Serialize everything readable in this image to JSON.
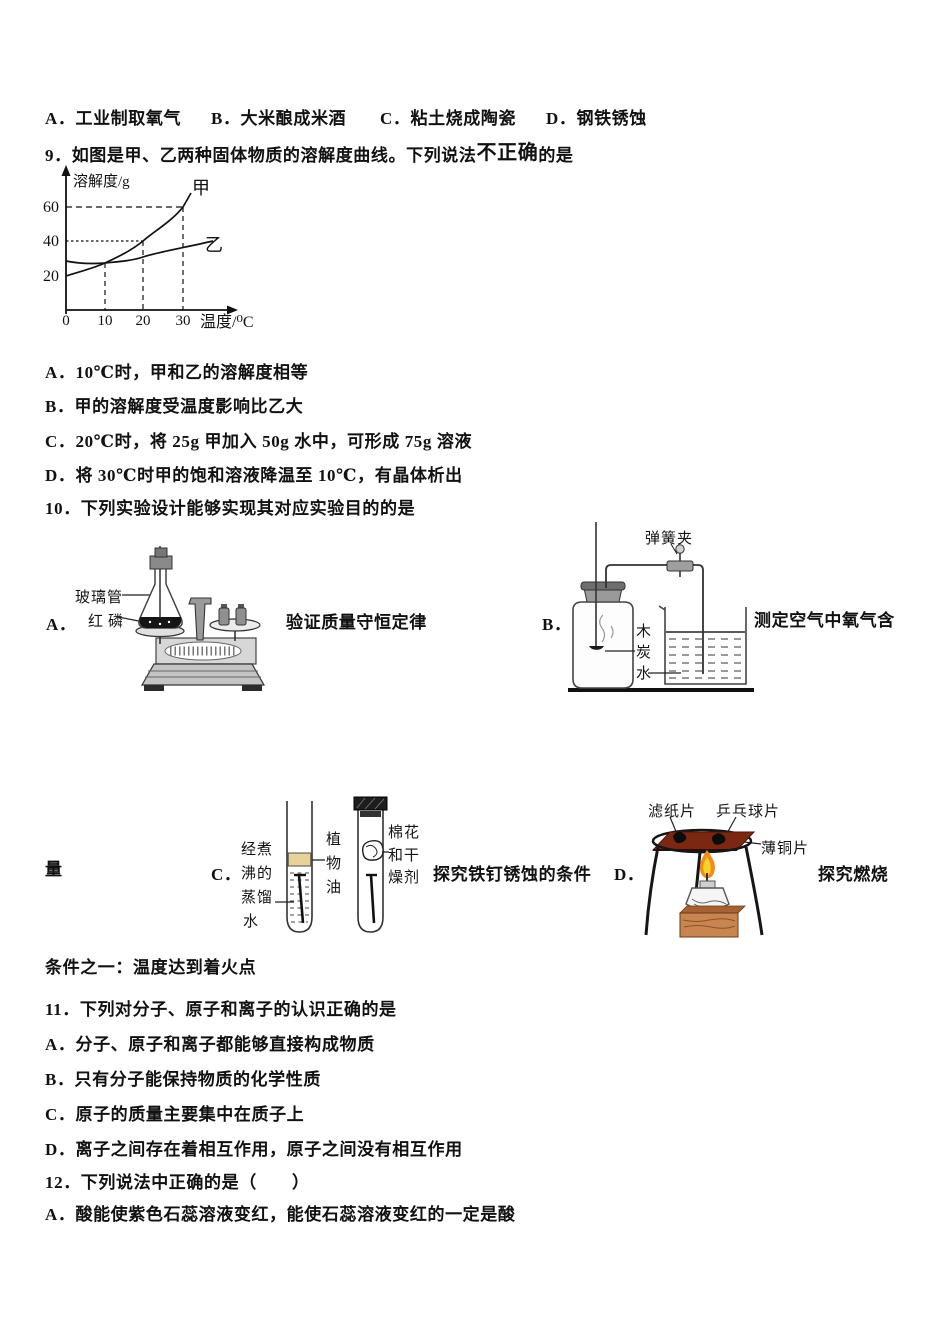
{
  "colors": {
    "ink": "#111111",
    "paper": "#ffffff",
    "oil_layer": "#e5d39a",
    "copper_sheet": "#7c2712",
    "flame_outer": "#ef8c1a",
    "flame_inner": "#f8d02c",
    "wood_block": "#c8854f"
  },
  "q8_options": [
    "A．工业制取氧气",
    "B．大米酿成米酒",
    "C．粘土烧成陶瓷",
    "D．钢铁锈蚀"
  ],
  "q9": {
    "stem_prefix": "9．如图是甲、乙两种固体物质的溶解度曲线。下列说法",
    "stem_emph": "不正确",
    "stem_suffix": "的是",
    "options": [
      "A．10℃时，甲和乙的溶解度相等",
      "B．甲的溶解度受温度影响比乙大",
      "C．20℃时，将 25g 甲加入 50g 水中，可形成 75g 溶液",
      "D．将 30℃时甲的饱和溶液降温至 10℃，有晶体析出"
    ]
  },
  "q10": {
    "stem": "10．下列实验设计能够实现其对应实验目的的是",
    "item_a": {
      "letter": "A．",
      "caption": "验证质量守恒定律",
      "label_glass_tube": "玻璃管",
      "label_red_phosphorus": "红磷"
    },
    "item_b": {
      "letter": "B．",
      "caption": "测定空气中氧气含",
      "caption_wrap": "量",
      "label_spring_clamp": "弹簧夹",
      "label_charcoal_1": "木",
      "label_charcoal_2": "炭",
      "label_water": "水"
    },
    "item_c": {
      "letter": "C．",
      "caption": "探究铁钉锈蚀的条件",
      "label_boiled_1": "经煮",
      "label_boiled_2": "沸的",
      "label_boiled_3": "蒸馏",
      "label_boiled_4": "水",
      "label_oil_1": "植",
      "label_oil_2": "物",
      "label_oil_3": "油",
      "label_cotton_1": "棉花",
      "label_cotton_2": "和干",
      "label_cotton_3": "燥剂"
    },
    "item_d": {
      "letter": "D．",
      "caption": "探究燃烧",
      "caption_wrap": "条件之一：温度达到着火点",
      "label_filter_paper": "滤纸片",
      "label_pingpong": "乒乓球片",
      "label_copper": "薄铜片"
    }
  },
  "q11": {
    "stem": "11．下列对分子、原子和离子的认识正确的是",
    "options": [
      "A．分子、原子和离子都能够直接构成物质",
      "B．只有分子能保持物质的化学性质",
      "C．原子的质量主要集中在质子上",
      "D．离子之间存在着相互作用，原子之间没有相互作用"
    ]
  },
  "q12": {
    "stem": "12．下列说法中正确的是（　　）",
    "options": [
      "A．酸能使紫色石蕊溶液变红，能使石蕊溶液变红的一定是酸"
    ]
  },
  "chart_data": {
    "type": "line",
    "xlabel": "温度/⁰C",
    "ylabel": "溶解度/g",
    "x_ticks": [
      0,
      10,
      20,
      30
    ],
    "y_ticks": [
      60,
      40,
      20
    ],
    "xlim": [
      0,
      38
    ],
    "ylim": [
      0,
      75
    ],
    "grid": false,
    "legend": "inline-labels",
    "series": [
      {
        "name": "甲",
        "x": [
          0,
          10,
          20,
          30
        ],
        "values": [
          20,
          27,
          40,
          60
        ]
      },
      {
        "name": "乙",
        "x": [
          0,
          10,
          20,
          30
        ],
        "values": [
          28,
          27,
          31,
          36
        ]
      }
    ],
    "guides": {
      "horizontal_at": [
        60,
        40
      ],
      "vertical_at": [
        10,
        20,
        30
      ]
    }
  }
}
